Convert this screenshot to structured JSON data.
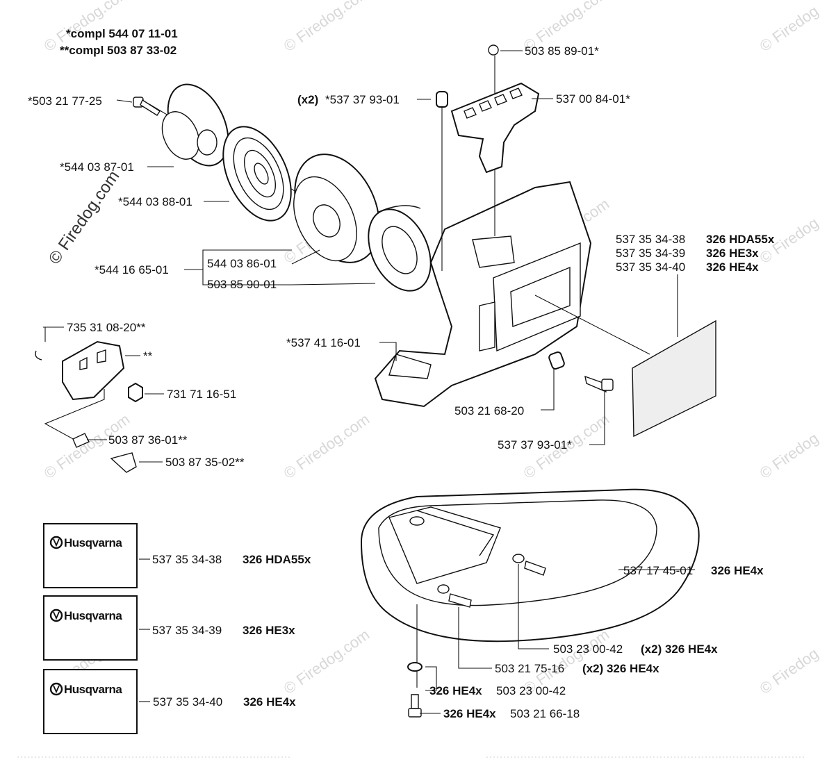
{
  "header": {
    "compl_1": "*compl 544 07 11-01",
    "compl_2": "**compl 503 87 33-02"
  },
  "watermark": {
    "text": "© Firedog.com"
  },
  "labels": {
    "p_503_85_89": "503 85 89-01*",
    "p_537_37_93_qty": "(x2)",
    "p_537_37_93_top": "*537 37 93-01",
    "p_537_00_84": "537 00 84-01*",
    "p_503_21_77": "*503 21 77-25",
    "p_544_03_87": "*544 03 87-01",
    "p_544_03_88": "*544 03 88-01",
    "p_544_16_65": "*544 16 65-01",
    "p_544_03_86": "544 03 86-01",
    "p_503_85_90": "503 85 90-01",
    "p_735_31_08": "735 31 08-20**",
    "p_double_star": "**",
    "p_731_71_16": "731 71 16-51",
    "p_503_87_36": "503 87 36-01**",
    "p_503_87_35": "503 87 35-02**",
    "p_537_41_16": "*537 41 16-01",
    "p_503_21_68": "503 21 68-20",
    "p_537_37_93_bottom": "537 37 93-01*",
    "sticker_1_part": "537 35 34-38",
    "sticker_1_model": "326 HDA55x",
    "sticker_2_part": "537 35 34-39",
    "sticker_2_model": "326 HE3x",
    "sticker_3_part": "537 35 34-40",
    "sticker_3_model": "326 HE4x",
    "logo_1_part": "537 35 34-38",
    "logo_1_model": "326 HDA55x",
    "logo_2_part": "537 35 34-39",
    "logo_2_model": "326 HE3x",
    "logo_3_part": "537 35 34-40",
    "logo_3_model": "326 HE4x",
    "guard_part": "537 17 45-01",
    "guard_model": "326 HE4x",
    "washer_part": "503 23 00-42",
    "washer_qty_model": "(x2) 326 HE4x",
    "screw_part": "503 21 75-16",
    "screw_qty_model": "(x2) 326 HE4x",
    "bottom_washer_model": "326 HE4x",
    "bottom_washer_part": "503 23 00-42",
    "bottom_screw_model": "326 HE4x",
    "bottom_screw_part": "503 21 66-18"
  },
  "logo": {
    "brand": "Husqvarna"
  }
}
